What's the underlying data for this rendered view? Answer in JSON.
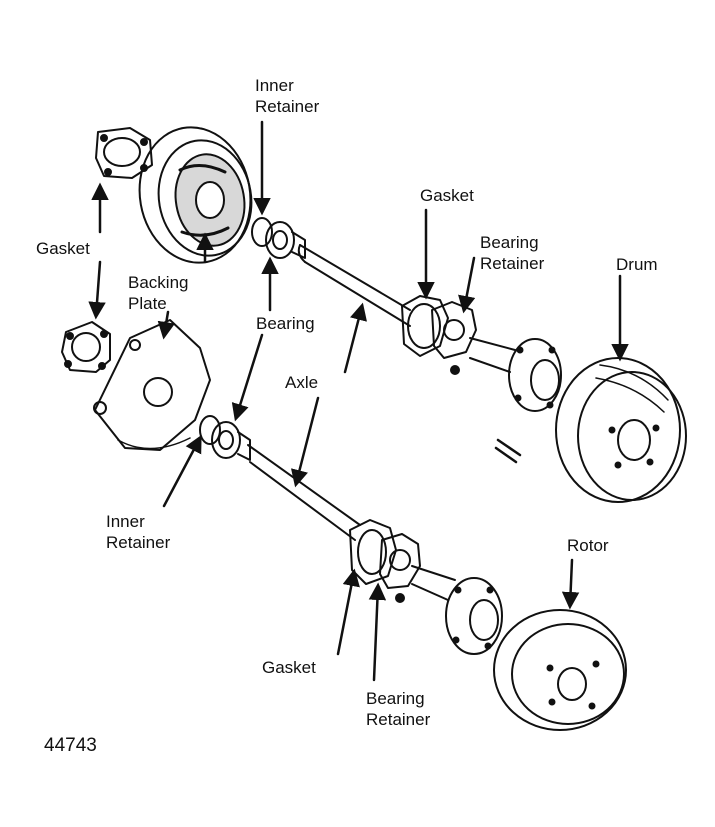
{
  "figure_number": "44743",
  "labels": {
    "inner_retainer_top": [
      "Inner",
      "Retainer"
    ],
    "gasket_top_left": "Gasket",
    "backing_plate": [
      "Backing",
      "Plate"
    ],
    "bearing_center": "Bearing",
    "axle": "Axle",
    "gasket_center": "Gasket",
    "bearing_retainer_top": [
      "Bearing",
      "Retainer"
    ],
    "drum": "Drum",
    "inner_retainer_bottom": [
      "Inner",
      "Retainer"
    ],
    "rotor": "Rotor",
    "gasket_bottom": "Gasket",
    "bearing_retainer_bottom": [
      "Bearing",
      "Retainer"
    ]
  },
  "colors": {
    "ink": "#111111",
    "paper": "#ffffff"
  }
}
